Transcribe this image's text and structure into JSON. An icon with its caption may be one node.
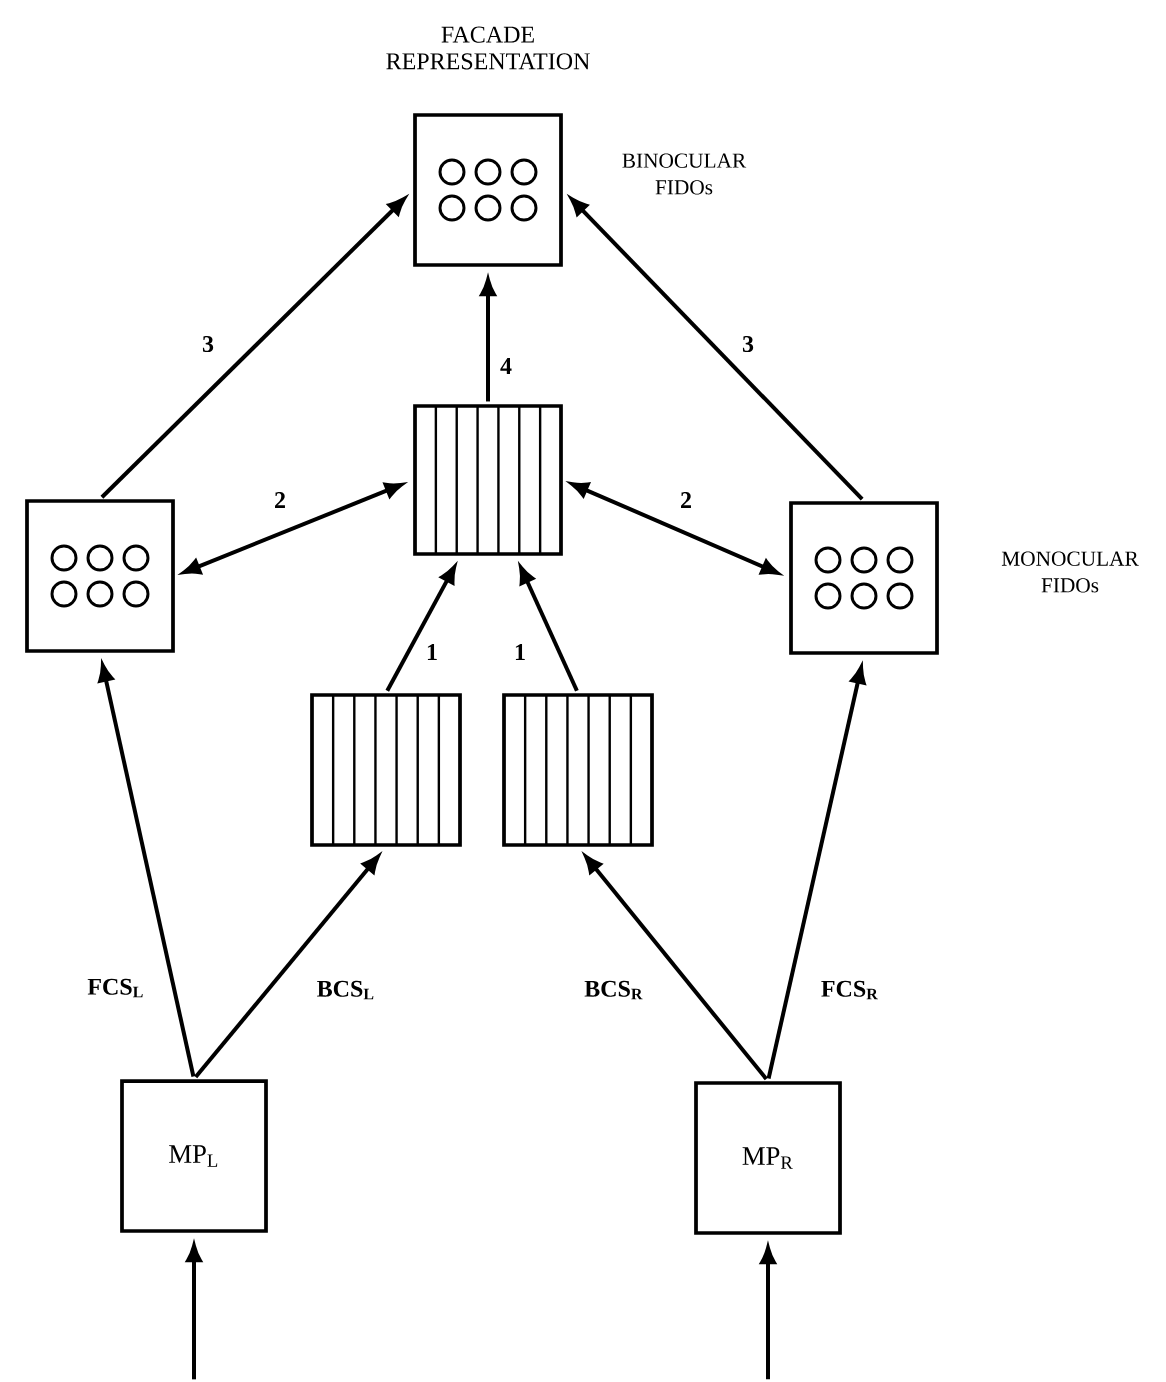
{
  "diagram": {
    "nodes": [
      {
        "text": [
          "FACADE REPRESENTATION"
        ],
        "beside": [
          "BINOCULAR FIDOs"
        ]
      },
      {
        "text": [],
        "shape": "box"
      },
      {
        "text": [],
        "shape": "box"
      },
      {
        "text": [],
        "shape": "box",
        "beside": [
          "MONOCULAR FIDOs"
        ]
      },
      {
        "text": [],
        "shape": "box"
      },
      {
        "text": [],
        "shape": "box"
      },
      {
        "text": [
          "MP$_{L}$"
        ]
      },
      {
        "text": [
          "MP$_{R}$"
        ]
      }
    ],
    "edges": [
      {
        "from": 2,
        "to": 0,
        "arrow": "to",
        "label": "3"
      },
      {
        "from": 3,
        "to": 0,
        "arrow": "to",
        "label": "3"
      },
      {
        "from": 1,
        "to": 0,
        "arrow": "to",
        "label": "4"
      },
      {
        "from": 2,
        "to": 1,
        "arrow": "both",
        "label": "2"
      },
      {
        "from": 1,
        "to": 3,
        "arrow": "both",
        "label": "2"
      },
      {
        "from": 4,
        "to": 1,
        "arrow": "to",
        "label": "1"
      },
      {
        "from": 5,
        "to": 1,
        "arrow": "to",
        "label": "1"
      },
      {
        "from": 6,
        "to": 2,
        "arrow": "to",
        "label": "FCS$_{L}$"
      },
      {
        "from": 6,
        "to": 4,
        "arrow": "to",
        "label": "BCS$_{L}$"
      },
      {
        "from": 7,
        "to": 5,
        "arrow": "to",
        "label": "BCS$_{R}$"
      },
      {
        "from": 7,
        "to": 3,
        "arrow": "to",
        "label": "FCS$_{R}$"
      },
      {
        "from": null,
        "to": 6,
        "arrow": "to"
      },
      {
        "from": null,
        "to": 7,
        "arrow": "to"
      }
    ]
  }
}
